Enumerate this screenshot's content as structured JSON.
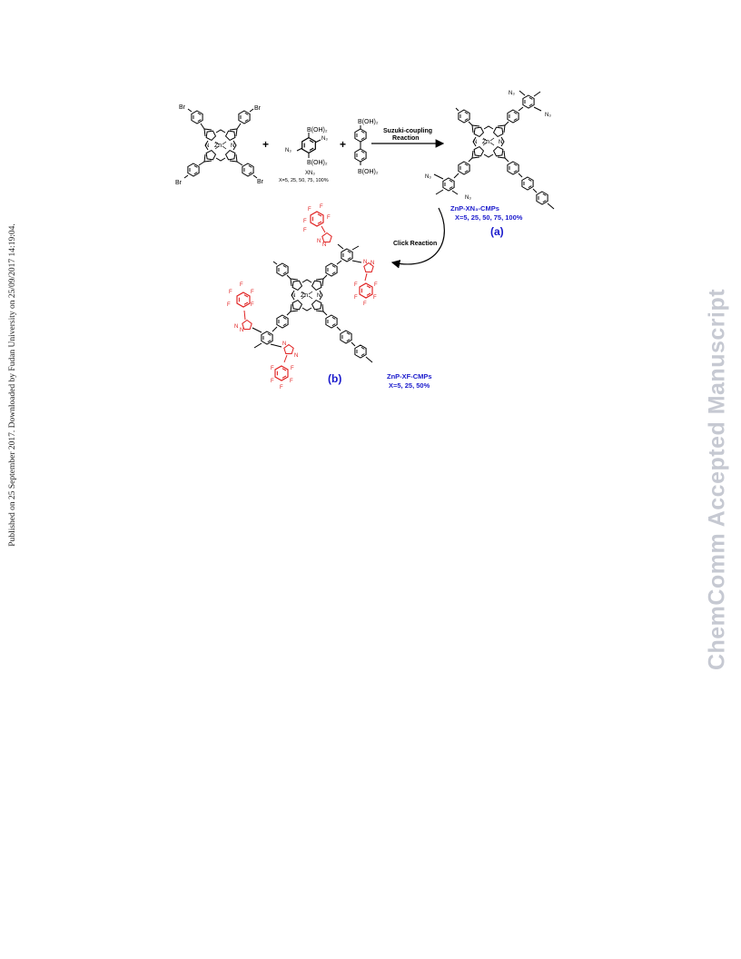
{
  "side_note": "Published on 25 September 2017. Downloaded by Fudan University on 25/09/2017 14:19:04.",
  "watermark": "ChemComm Accepted Manuscript",
  "scheme": {
    "plus": "+",
    "zn": "Zn",
    "n": "N",
    "br": "Br",
    "boh2": "B(OH)₂",
    "n3": "N₃",
    "xn3_label": "XN₃",
    "xn3_range": "X=5, 25, 50, 75, 100%",
    "arrow1_line1": "Suzuki-coupling",
    "arrow1_line2": "Reaction",
    "arrow2_label": "Click Reaction",
    "product_a_name": "ZnP-XN₃-CMPs",
    "product_a_range": "X=5, 25, 50, 75, 100%",
    "label_a": "(a)",
    "product_b_name": "ZnP-XF-CMPs",
    "product_b_range": "X=5, 25, 50%",
    "label_b": "(b)",
    "triazole_n": "N",
    "f": "F"
  }
}
